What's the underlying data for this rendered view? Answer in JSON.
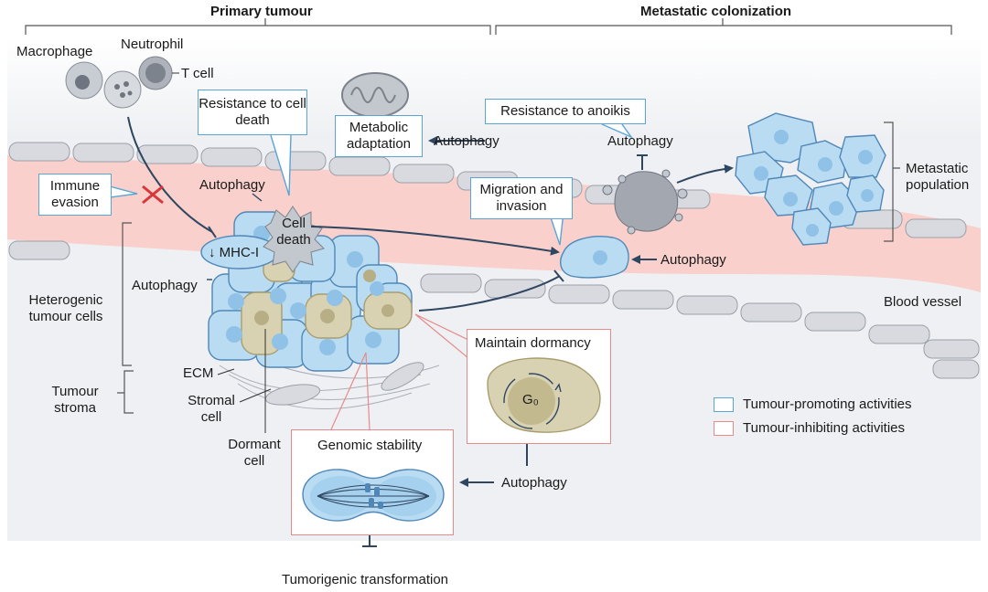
{
  "headers": {
    "primary": "Primary tumour",
    "metastatic": "Metastatic colonization"
  },
  "immune": {
    "macrophage": "Macrophage",
    "neutrophil": "Neutrophil",
    "tcell": "T cell"
  },
  "boxes": {
    "resistance_cell_death": "Resistance to cell death",
    "metabolic_adaptation": "Metabolic adaptation",
    "resistance_anoikis": "Resistance to anoikis",
    "immune_evasion": "Immune evasion",
    "migration_invasion": "Migration and invasion"
  },
  "labels": {
    "autophagy_metabolic": "Autophagy",
    "autophagy_anoikis": "Autophagy",
    "autophagy_celldeath": "Autophagy",
    "autophagy_mhc": "Autophagy",
    "autophagy_migration": "Autophagy",
    "autophagy_genomic": "Autophagy",
    "cell_death": "Cell death",
    "mhc": "↓ MHC-I",
    "metastatic_population": "Metastatic population",
    "heterogenic": "Heterogenic tumour cells",
    "tumour_stroma": "Tumour stroma",
    "ecm": "ECM",
    "stromal_cell": "Stromal cell",
    "dormant_cell": "Dormant cell",
    "blood_vessel": "Blood vessel",
    "tumorigenic": "Tumorigenic transformation"
  },
  "panels": {
    "dormancy_title": "Maintain dormancy",
    "g0": "G₀",
    "genomic_title": "Genomic stability"
  },
  "legend": {
    "promoting": "Tumour-promoting activities",
    "inhibiting": "Tumour-inhibiting activities",
    "promoting_color": "#5aa5d6",
    "inhibiting_color": "#e88a8a"
  },
  "colors": {
    "tumour_cell": "#b9dcf2",
    "dormant_cell": "#d8d2b3",
    "vessel": "#f9d0cc",
    "endothelium": "#d8dadf",
    "arrow": "#2f4661"
  }
}
